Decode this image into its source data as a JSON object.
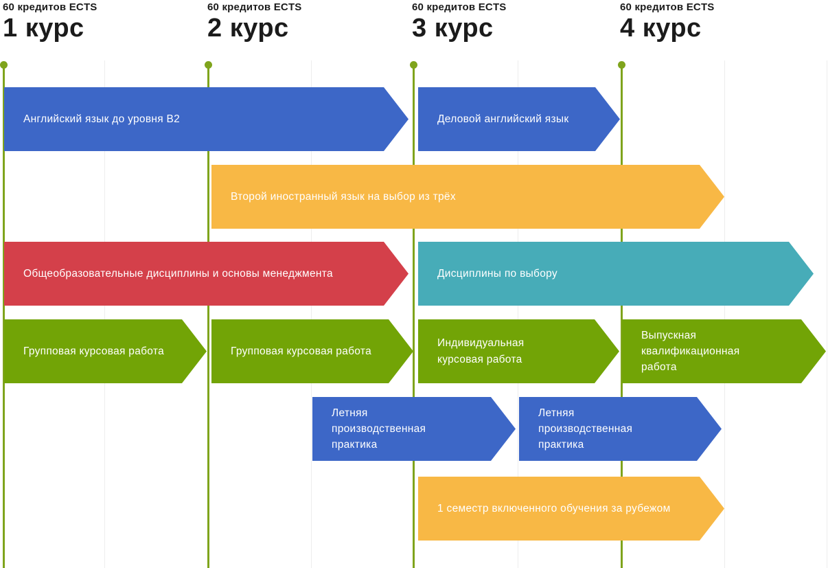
{
  "palette": {
    "blue": "#3d67c7",
    "orange": "#f8b845",
    "red": "#d4404a",
    "teal": "#47acb8",
    "green": "#72a406",
    "axis_green": "#7fa41c",
    "gridline": "#ededed",
    "heading_text": "#1b1b1b",
    "bar_text": "#ffffff",
    "background": "#ffffff"
  },
  "columns": [
    {
      "credits": "60 кредитов ECTS",
      "title": "1 курс"
    },
    {
      "credits": "60 кредитов ECTS",
      "title": "2 курс"
    },
    {
      "credits": "60 кредитов ECTS",
      "title": "3 курс"
    },
    {
      "credits": "60 кредитов ECTS",
      "title": "4 курс"
    }
  ],
  "bars": [
    {
      "label": "Английский язык до уровня B2",
      "color": "blue",
      "row": 1,
      "courses": "1–2"
    },
    {
      "label": "Деловой английский язык",
      "color": "blue",
      "row": 1,
      "courses": "3"
    },
    {
      "label": "Второй иностранный язык на выбор из трёх",
      "color": "orange",
      "row": 2,
      "courses": "2–3"
    },
    {
      "label": "Общеобразовательные дисциплины и основы менеджмента",
      "color": "red",
      "row": 3,
      "courses": "1–2"
    },
    {
      "label": "Дисциплины по выбору",
      "color": "teal",
      "row": 3,
      "courses": "3–4"
    },
    {
      "label": "Групповая курсовая работа",
      "color": "green",
      "row": 4,
      "courses": "1"
    },
    {
      "label": "Групповая курсовая работа",
      "color": "green",
      "row": 4,
      "courses": "2"
    },
    {
      "label": "Индивидуальная курсовая работа",
      "color": "green",
      "row": 4,
      "courses": "3"
    },
    {
      "label": "Выпускная квалификационная работа",
      "color": "green",
      "row": 4,
      "courses": "4"
    },
    {
      "label": "Летняя производственная практика",
      "color": "blue",
      "row": 5,
      "courses": "2–3"
    },
    {
      "label": "Летняя производственная практика",
      "color": "blue",
      "row": 5,
      "courses": "3"
    },
    {
      "label": "1 семестр включенного обучения за рубежом",
      "color": "orange",
      "row": 6,
      "courses": "3–4"
    }
  ]
}
